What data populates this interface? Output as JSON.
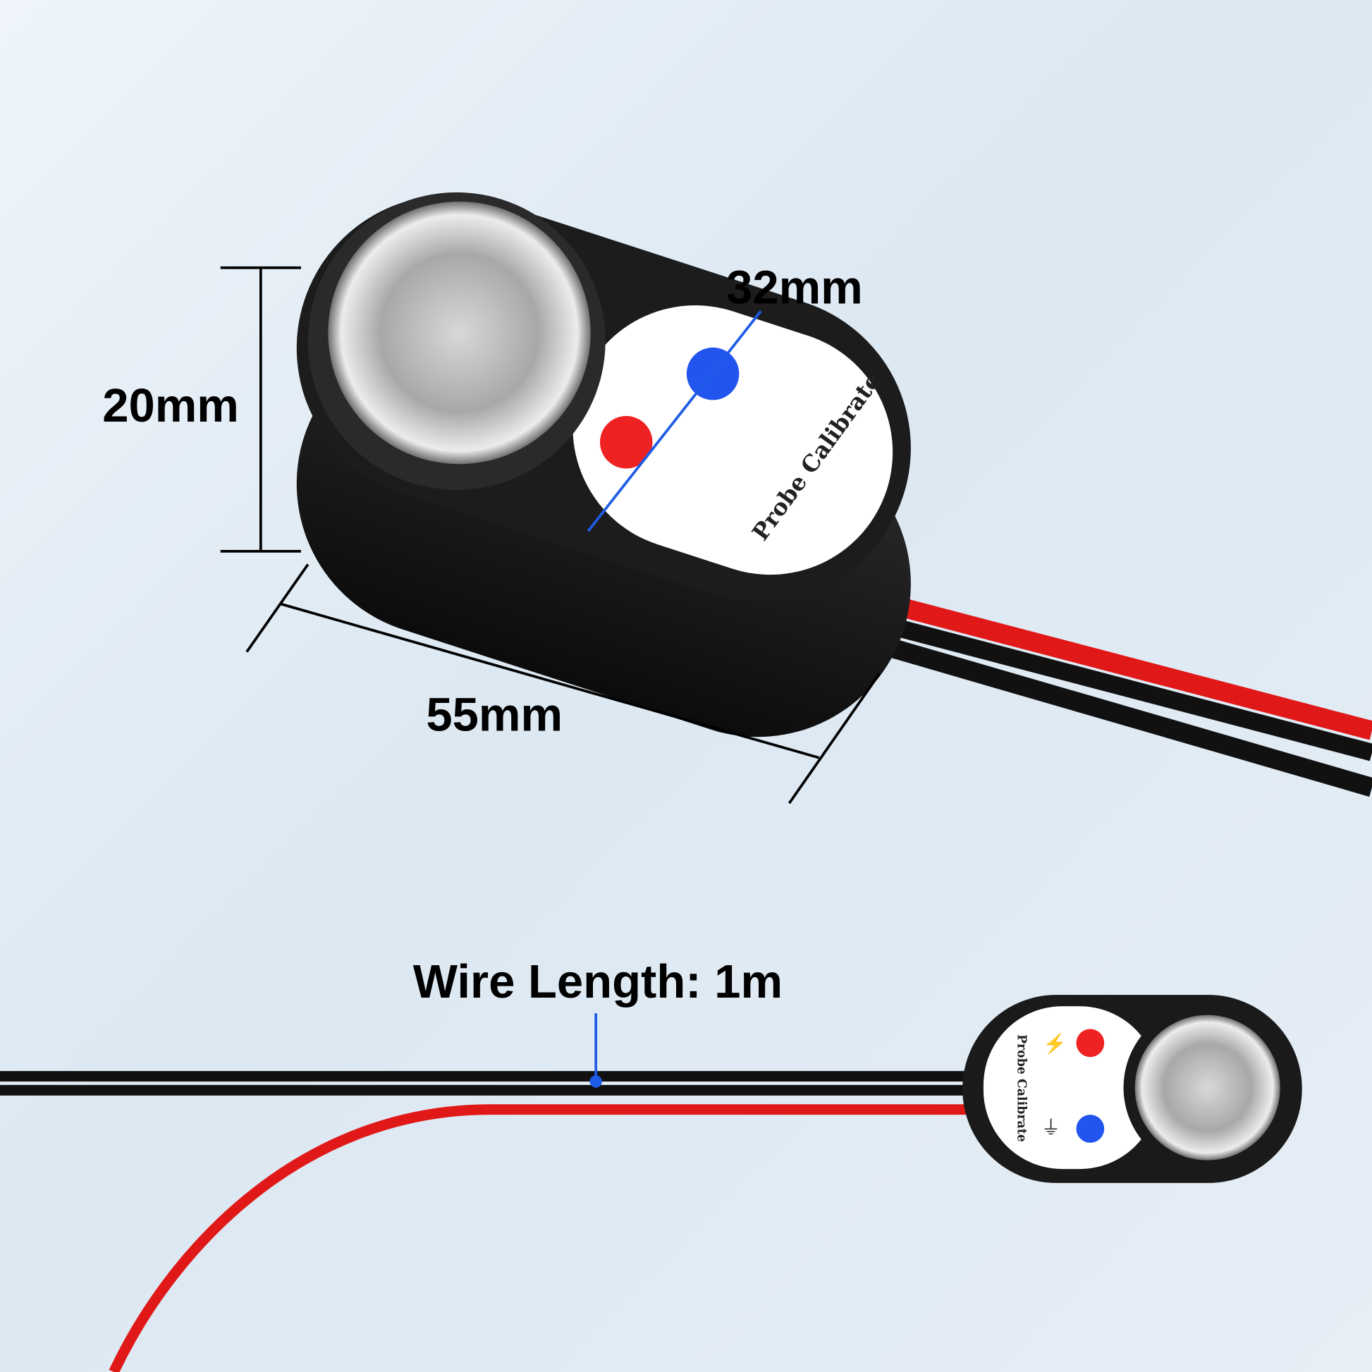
{
  "dimensions": {
    "height": "20mm",
    "width": "32mm",
    "length": "55mm",
    "wire_length": "Wire Length: 1m"
  },
  "device": {
    "label": "Probe Calibrate",
    "colors": {
      "red_dot": "#ee2222",
      "blue_dot": "#2255ee",
      "body": "#1a1a1a",
      "wire_red": "#e01818",
      "wire_black": "#111111",
      "accent_line": "#1e5be6"
    }
  }
}
